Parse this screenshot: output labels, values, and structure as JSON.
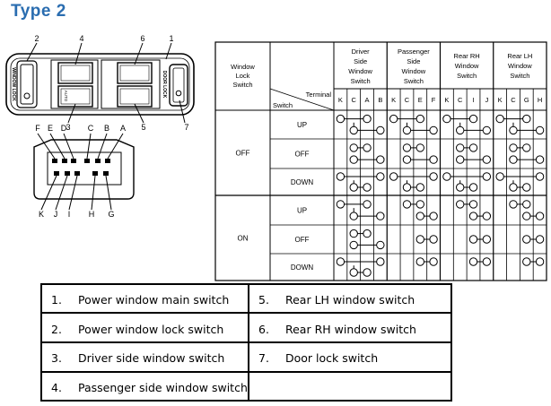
{
  "title": "Type 2",
  "switch_panel": {
    "callouts": [
      "2",
      "4",
      "6",
      "1",
      "3",
      "5",
      "7"
    ],
    "labels": {
      "window_lock": "WINDOW LOCK",
      "door_lock": "DOOR LOCK",
      "auto": "AUTO"
    }
  },
  "connector": {
    "top_terminals": [
      "F",
      "E",
      "D",
      "C",
      "B",
      "A"
    ],
    "bottom_terminals": [
      "K",
      "J",
      "I",
      "H",
      "G"
    ]
  },
  "table": {
    "header": {
      "window_lock_switch": [
        "Window",
        "Lock",
        "Switch"
      ],
      "terminal": "Terminal",
      "switch": "Switch",
      "groups": [
        {
          "name": [
            "Driver",
            "Side",
            "Window",
            "Switch"
          ],
          "terminals": [
            "K",
            "C",
            "A",
            "B"
          ]
        },
        {
          "name": [
            "Passenger",
            "Side",
            "Window",
            "Switch"
          ],
          "terminals": [
            "K",
            "C",
            "E",
            "F"
          ]
        },
        {
          "name": [
            "Rear RH",
            "Window",
            "Switch"
          ],
          "terminals": [
            "K",
            "C",
            "I",
            "J"
          ]
        },
        {
          "name": [
            "Rear LH",
            "Window",
            "Switch"
          ],
          "terminals": [
            "K",
            "C",
            "G",
            "H"
          ]
        }
      ]
    },
    "lock_states": [
      {
        "state": "OFF",
        "positions": [
          "UP",
          "OFF",
          "DOWN"
        ]
      },
      {
        "state": "ON",
        "positions": [
          "UP",
          "OFF",
          "DOWN"
        ]
      }
    ]
  },
  "legend": [
    {
      "num": "1.",
      "text": "Power window main switch"
    },
    {
      "num": "2.",
      "text": "Power window lock switch"
    },
    {
      "num": "3.",
      "text": "Driver side window switch"
    },
    {
      "num": "4.",
      "text": "Passenger side window switch"
    },
    {
      "num": "5.",
      "text": "Rear LH window switch"
    },
    {
      "num": "6.",
      "text": "Rear RH window switch"
    },
    {
      "num": "7.",
      "text": "Door lock switch"
    }
  ]
}
